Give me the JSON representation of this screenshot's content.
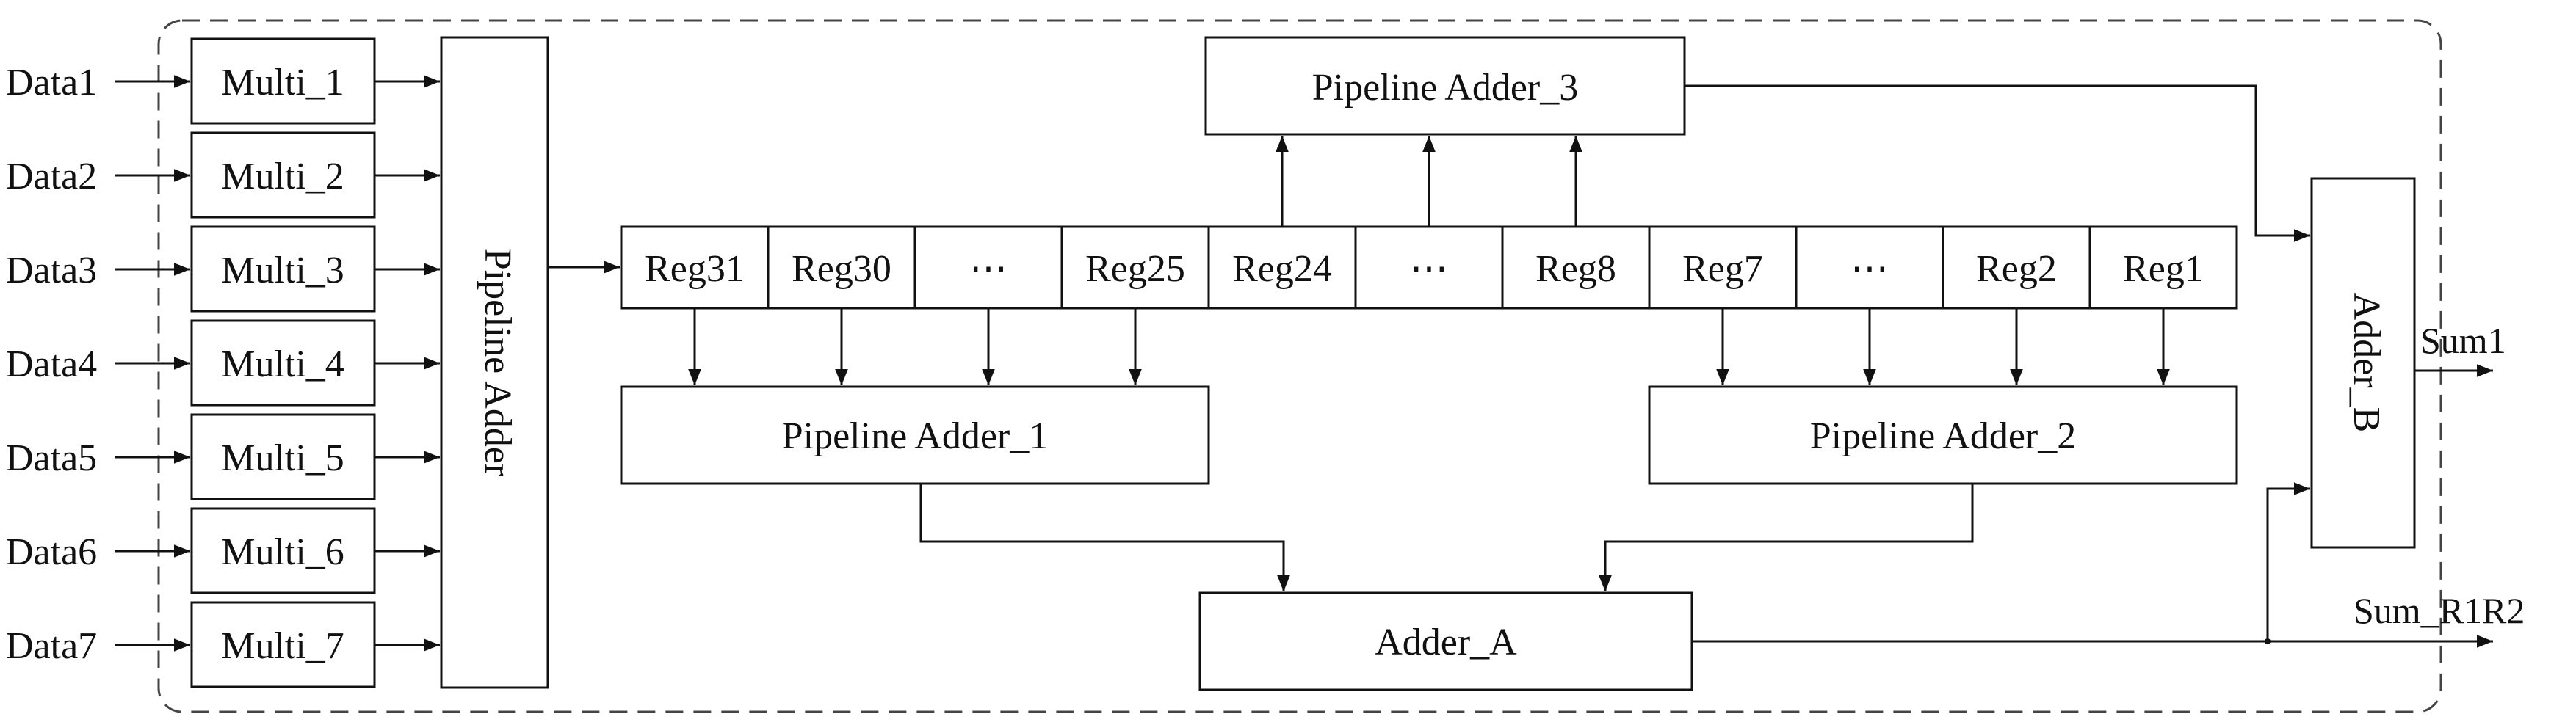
{
  "inputs": [
    "Data1",
    "Data2",
    "Data3",
    "Data4",
    "Data5",
    "Data6",
    "Data7"
  ],
  "multipliers": [
    "Multi_1",
    "Multi_2",
    "Multi_3",
    "Multi_4",
    "Multi_5",
    "Multi_6",
    "Multi_7"
  ],
  "pipeline_adder": "Pipeline Adder",
  "registers": [
    "Reg31",
    "Reg30",
    "⋯",
    "Reg25",
    "Reg24",
    "⋯",
    "Reg8",
    "Reg7",
    "⋯",
    "Reg2",
    "Reg1"
  ],
  "pipeline_adder_1": "Pipeline Adder_1",
  "pipeline_adder_2": "Pipeline Adder_2",
  "pipeline_adder_3": "Pipeline Adder_3",
  "adder_a": "Adder_A",
  "adder_b": "Adder_B",
  "output_sum1": "Sum1",
  "output_sum_r1r2": "Sum_R1R2"
}
